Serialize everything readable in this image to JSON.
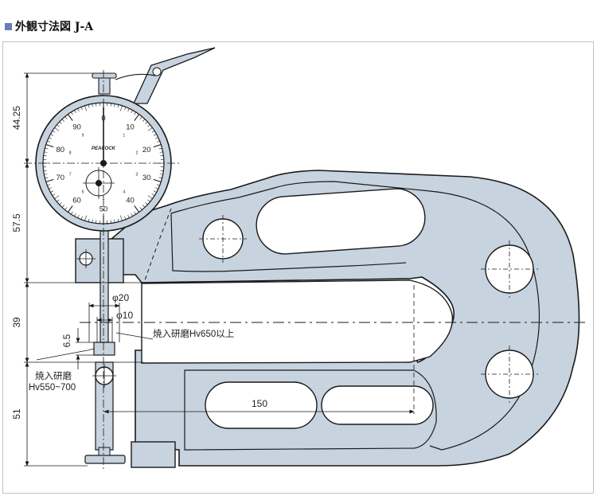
{
  "title": "外観寸法図 J-A",
  "dial": {
    "brand": "PEACOCK",
    "numbers": [
      "0",
      "10",
      "20",
      "30",
      "40",
      "50",
      "60",
      "70",
      "80",
      "90"
    ],
    "small_numbers": [
      "1",
      "2",
      "3",
      "4",
      "5",
      "6",
      "7",
      "8",
      "9"
    ]
  },
  "dimensions": {
    "v1": "44.25",
    "v2": "57.5",
    "v3": "39",
    "v4": "6.5",
    "v5": "51",
    "d20": "φ20",
    "d10": "φ10",
    "len150": "150"
  },
  "notes": {
    "hardened_upper": "焼入研磨Hv650以上",
    "hardened_lower_1": "焼入研磨",
    "hardened_lower_2": "Hv550~700"
  },
  "colors": {
    "frame_fill": "#c7d3df",
    "line": "#1a1a1a",
    "accent": "#6a7fb5"
  }
}
